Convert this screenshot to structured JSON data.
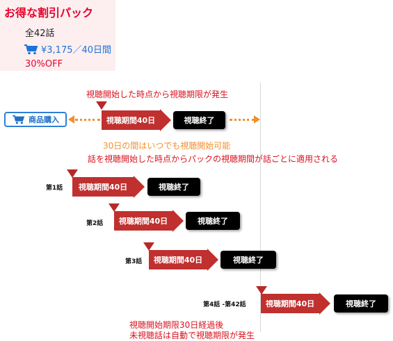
{
  "pack": {
    "title": "お得な割引パック",
    "count": "全42話",
    "price": "¥3,175／40日間",
    "discount": "30%OFF"
  },
  "top_note": "視聴開始した時点から視聴期限が発生",
  "buy_button": "商品購入",
  "period_label": "視聴期間40日",
  "end_label": "視聴終了",
  "orange_note": "30日の間はいつでも視聴開始可能",
  "mid_note": "話を視聴開始した時点からパックの視聴期間が話ごとに適用される",
  "episodes": [
    "第1話",
    "第2話",
    "第3話",
    "第4話 -第42話"
  ],
  "bottom_note": [
    "視聴開始期限30日経過後",
    "未視聴話は自動で視聴期限が発生"
  ],
  "colors": {
    "red": "#c0302f",
    "orange": "#f0902f",
    "blue": "#2f7fd6",
    "pink_bg": "#fdeef0"
  }
}
